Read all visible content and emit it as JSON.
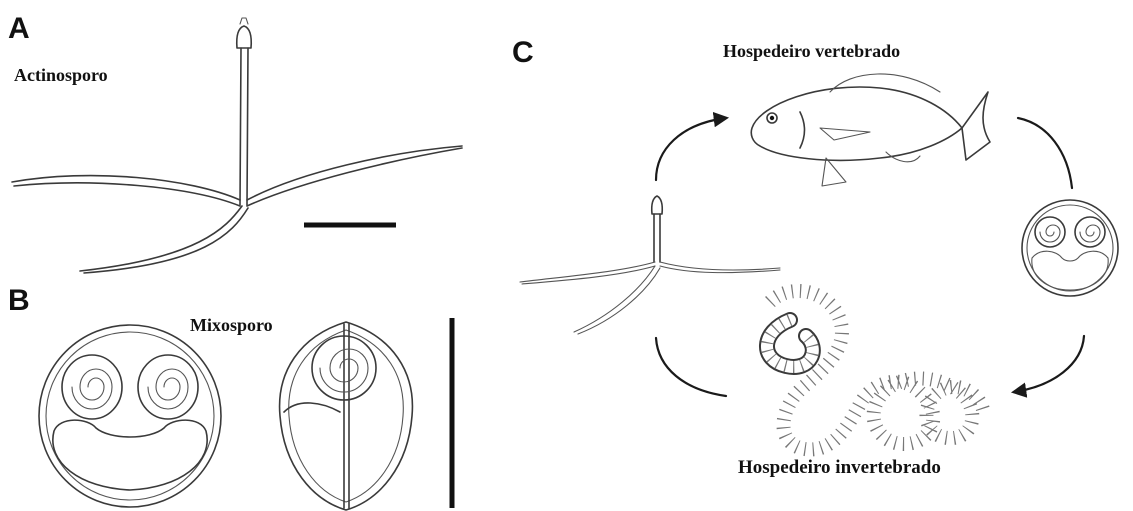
{
  "panels": {
    "a": {
      "letter": "A",
      "label": "Actinosporo"
    },
    "b": {
      "letter": "B",
      "label": "Mixosporo"
    },
    "c": {
      "letter": "C",
      "host_vertebrate": "Hospedeiro vertebrado",
      "host_invertebrate": "Hospedeiro invertebrado"
    }
  },
  "icons": [
    "actinospore-icon",
    "myxospore-icon",
    "fish-icon",
    "oligochaete-worm-icon",
    "cycle-arrow-icon",
    "scale-bar-icon"
  ],
  "colors": {
    "ink": "#111111",
    "line": "#3a3a3a",
    "background": "#ffffff"
  }
}
